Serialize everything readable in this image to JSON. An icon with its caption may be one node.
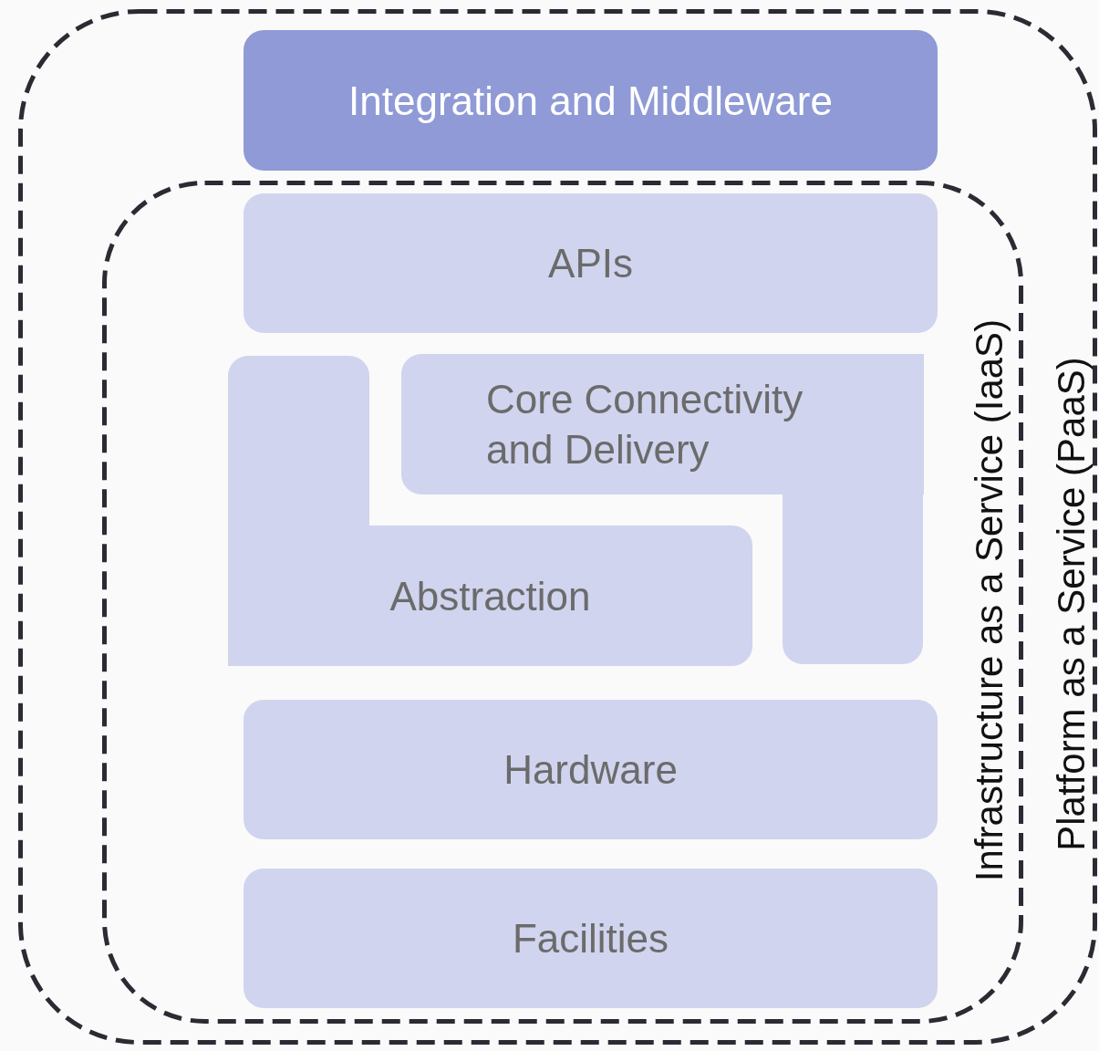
{
  "diagram": {
    "nodes": [
      {
        "text": [
          "Platform as a Service (PaaS)"
        ]
      },
      {
        "text": [
          "Integration and Middleware"
        ],
        "in": 0
      },
      {
        "text": [
          "Infrastructure as a Service (IaaS)"
        ],
        "in": 0
      },
      {
        "text": [
          "APIs"
        ],
        "in": 2
      },
      {
        "text": [],
        "shape": "box",
        "in": 2
      },
      {
        "text": [
          "Core Connectivity and Delivery"
        ],
        "in": 2
      },
      {
        "text": [
          "Abstraction"
        ],
        "in": 2
      },
      {
        "text": [],
        "shape": "box",
        "in": 2
      },
      {
        "text": [
          "Hardware"
        ],
        "in": 2
      },
      {
        "text": [
          "Facilities"
        ],
        "in": 2
      }
    ]
  }
}
